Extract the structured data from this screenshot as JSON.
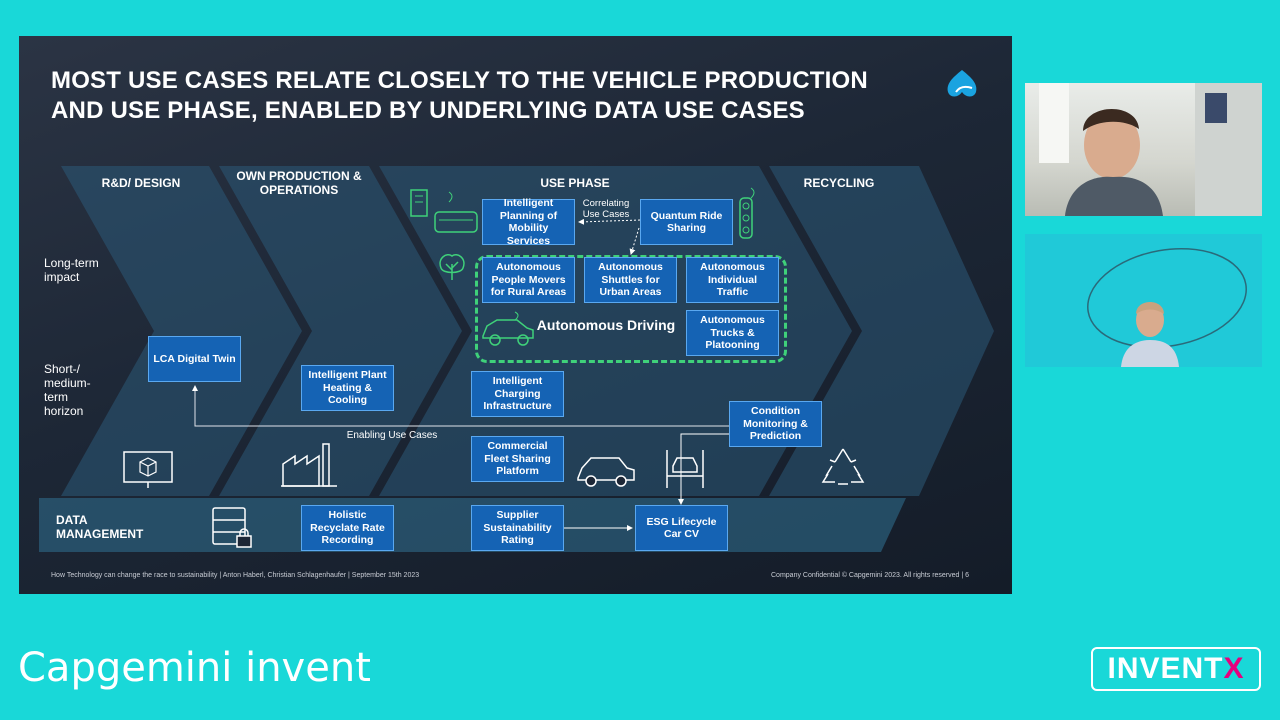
{
  "slide": {
    "title": "MOST USE CASES RELATE CLOSELY TO THE VEHICLE PRODUCTION AND USE PHASE, ENABLED BY UNDERLYING DATA USE CASES",
    "phases": [
      "R&D/ DESIGN",
      "OWN PRODUCTION & OPERATIONS",
      "USE PHASE",
      "RECYCLING"
    ],
    "rows": {
      "long_term": "Long-term impact",
      "short_term": "Short-/ medium-term horizon",
      "data_management": "DATA MANAGEMENT"
    },
    "boxes": {
      "intelligent_planning": "Intelligent Planning of Mobility Services",
      "quantum_ride": "Quantum Ride Sharing",
      "people_movers": "Autonomous People Movers for Rural Areas",
      "shuttles": "Autonomous Shuttles for Urban Areas",
      "individual_traffic": "Autonomous Individual Traffic",
      "trucks": "Autonomous Trucks & Platooning",
      "lca_twin": "LCA Digital Twin",
      "plant_heating": "Intelligent Plant Heating & Cooling",
      "charging": "Intelligent Charging Infrastructure",
      "condition_monitoring": "Condition Monitoring & Prediction",
      "fleet_sharing": "Commercial Fleet Sharing Platform",
      "recyclate": "Holistic Recyclate Rate Recording",
      "supplier_rating": "Supplier Sustainability Rating",
      "esg_cv": "ESG Lifecycle Car CV"
    },
    "notes": {
      "correlating": "Correlating Use Cases",
      "enabling": "Enabling Use Cases",
      "autonomous_driving": "Autonomous Driving"
    },
    "footer_left": "How Technology can change the race to sustainability | Anton Haberl, Christian Schlagenhaufer | September 15th 2023",
    "footer_right": "Company Confidential © Capgemini 2023. All rights reserved |     6"
  },
  "brand": {
    "wordmark": "Capgemini invent",
    "inventx_main": "INVENT",
    "inventx_x": "X"
  },
  "colors": {
    "background": "#19d8d8",
    "box_blue": "#1563b4",
    "dashed_green": "#3fd17a",
    "accent_magenta": "#e5007e"
  }
}
